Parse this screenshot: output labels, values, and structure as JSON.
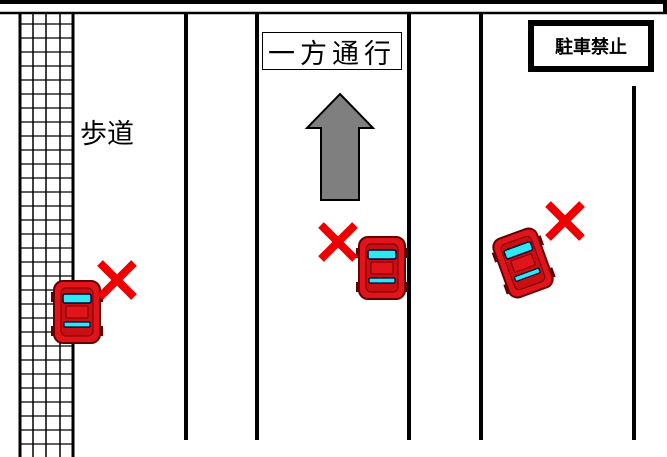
{
  "signs": {
    "one_way": "一方通行",
    "no_parking": "駐車禁止"
  },
  "labels": {
    "sidewalk": "歩道"
  },
  "colors": {
    "car_body": "#e0141a",
    "car_window": "#2ee8f0",
    "x_mark": "#ee0000",
    "arrow_fill": "#7f7f7f",
    "line": "#000000"
  },
  "icons": {
    "arrow": "up-arrow-icon",
    "car": "car-icon",
    "prohibited": "x-mark-icon"
  }
}
